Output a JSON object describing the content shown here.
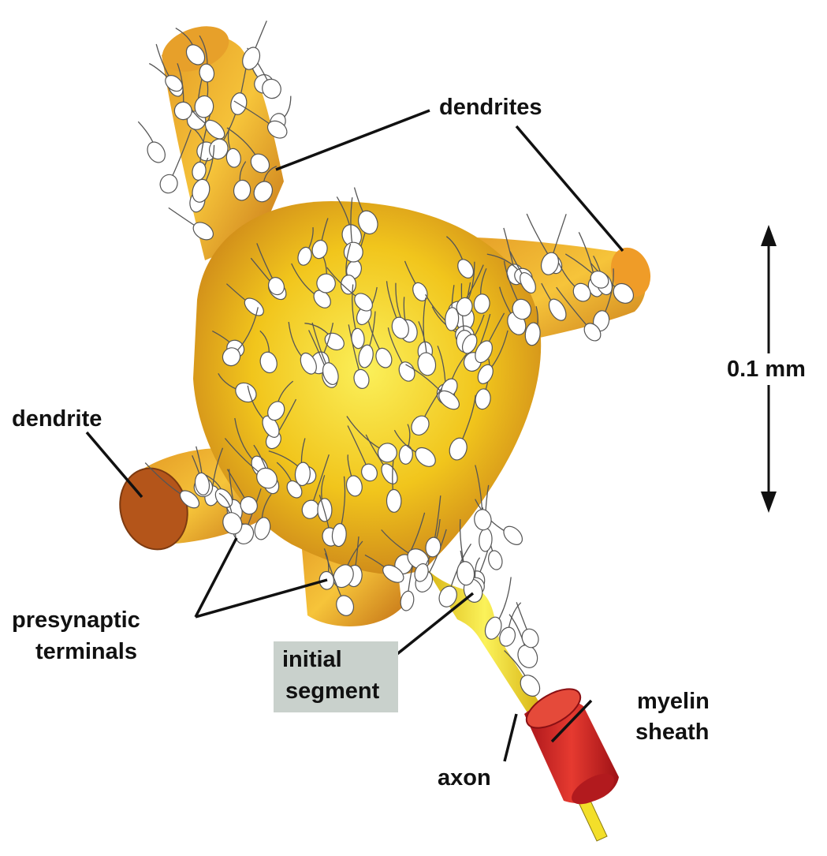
{
  "labels": {
    "dendrites": "dendrites",
    "dendrite": "dendrite",
    "presynaptic_line1": "presynaptic",
    "presynaptic_line2": "terminals",
    "initial_line1": "initial",
    "initial_line2": "segment",
    "axon": "axon",
    "myelin_line1": "myelin",
    "myelin_line2": "sheath",
    "scale": "0.1 mm"
  },
  "colors": {
    "cell_body": "#f0c419",
    "cell_body_dark": "#c07a12",
    "dendrite_cut": "#b4551a",
    "axon": "#f3df2a",
    "myelin": "#d42323",
    "terminal_outline": "#555555",
    "initial_segment_box": "#c9d1cc"
  }
}
